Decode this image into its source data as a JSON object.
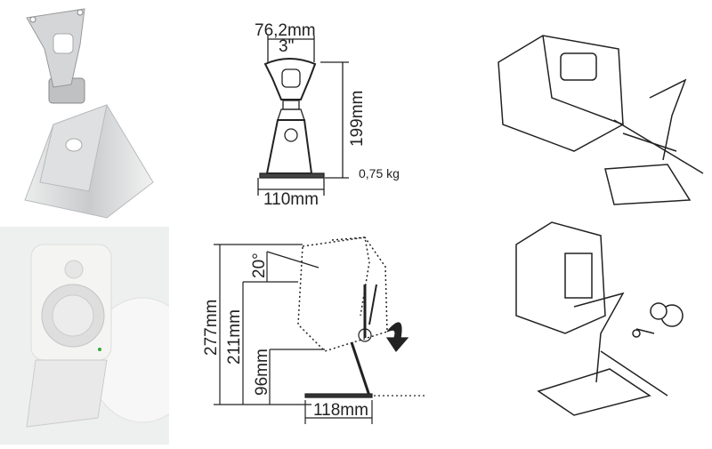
{
  "front_view": {
    "width_mm_label": "76,2mm",
    "width_inch_label": "3\"",
    "height_label": "199mm",
    "base_label": "110mm",
    "weight_label": "0,75 kg"
  },
  "side_view": {
    "angle_label": "20°",
    "height_max_label": "277mm",
    "height_mid_label": "211mm",
    "height_min_label": "96mm",
    "depth_label": "118mm"
  },
  "colors": {
    "stand": "#d9dadc",
    "line": "#222222",
    "background": "#ffffff"
  },
  "icons": [
    "rotate-arrow-icon"
  ]
}
